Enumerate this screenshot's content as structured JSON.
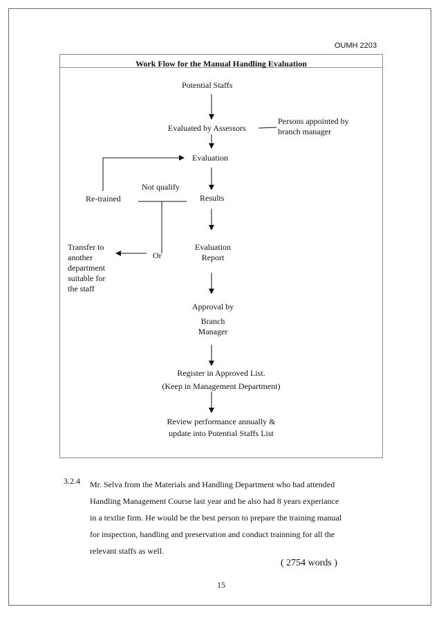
{
  "header": {
    "course_code": "OUMH 2203"
  },
  "workflow": {
    "title": "Work Flow for the Manual Handling Evaluation",
    "nodes": {
      "potential_staffs": "Potential Staffs",
      "evaluated_by_assessors": "Evaluated by Assessors",
      "persons_appointed_1": "Persons appointed by",
      "persons_appointed_2": "branch manager",
      "evaluation": "Evaluation",
      "not_qualify": "Not qualify",
      "re_trained": "Re-trained",
      "results": "Results",
      "transfer_1": "Transfer to",
      "transfer_2": "another",
      "transfer_3": "department",
      "transfer_4": "suitable for",
      "transfer_5": "the staff",
      "or": "Or",
      "evaluation_report_1": "Evaluation",
      "evaluation_report_2": "Report",
      "approval_1": "Approval by",
      "approval_2": "Branch",
      "approval_3": "Manager",
      "register_1": "Register in Approved List.",
      "register_2": "(Keep in Management Department)",
      "review_1": "Review performance annually &",
      "review_2": "update into Potential Staffs List"
    }
  },
  "paragraph": {
    "number": "3.2.4",
    "lines": [
      "Mr. Selva from the Materials and Handling Department who had attended",
      "Handling Management Course last year and he also had 8 years experiance",
      "in a textlie firm. He would be the best person to prepare the training manual",
      "for inspection, handling and preservation and conduct trainning for all the",
      "relevant staffs as well."
    ]
  },
  "word_count": "( 2754 words )",
  "page_number": "15"
}
